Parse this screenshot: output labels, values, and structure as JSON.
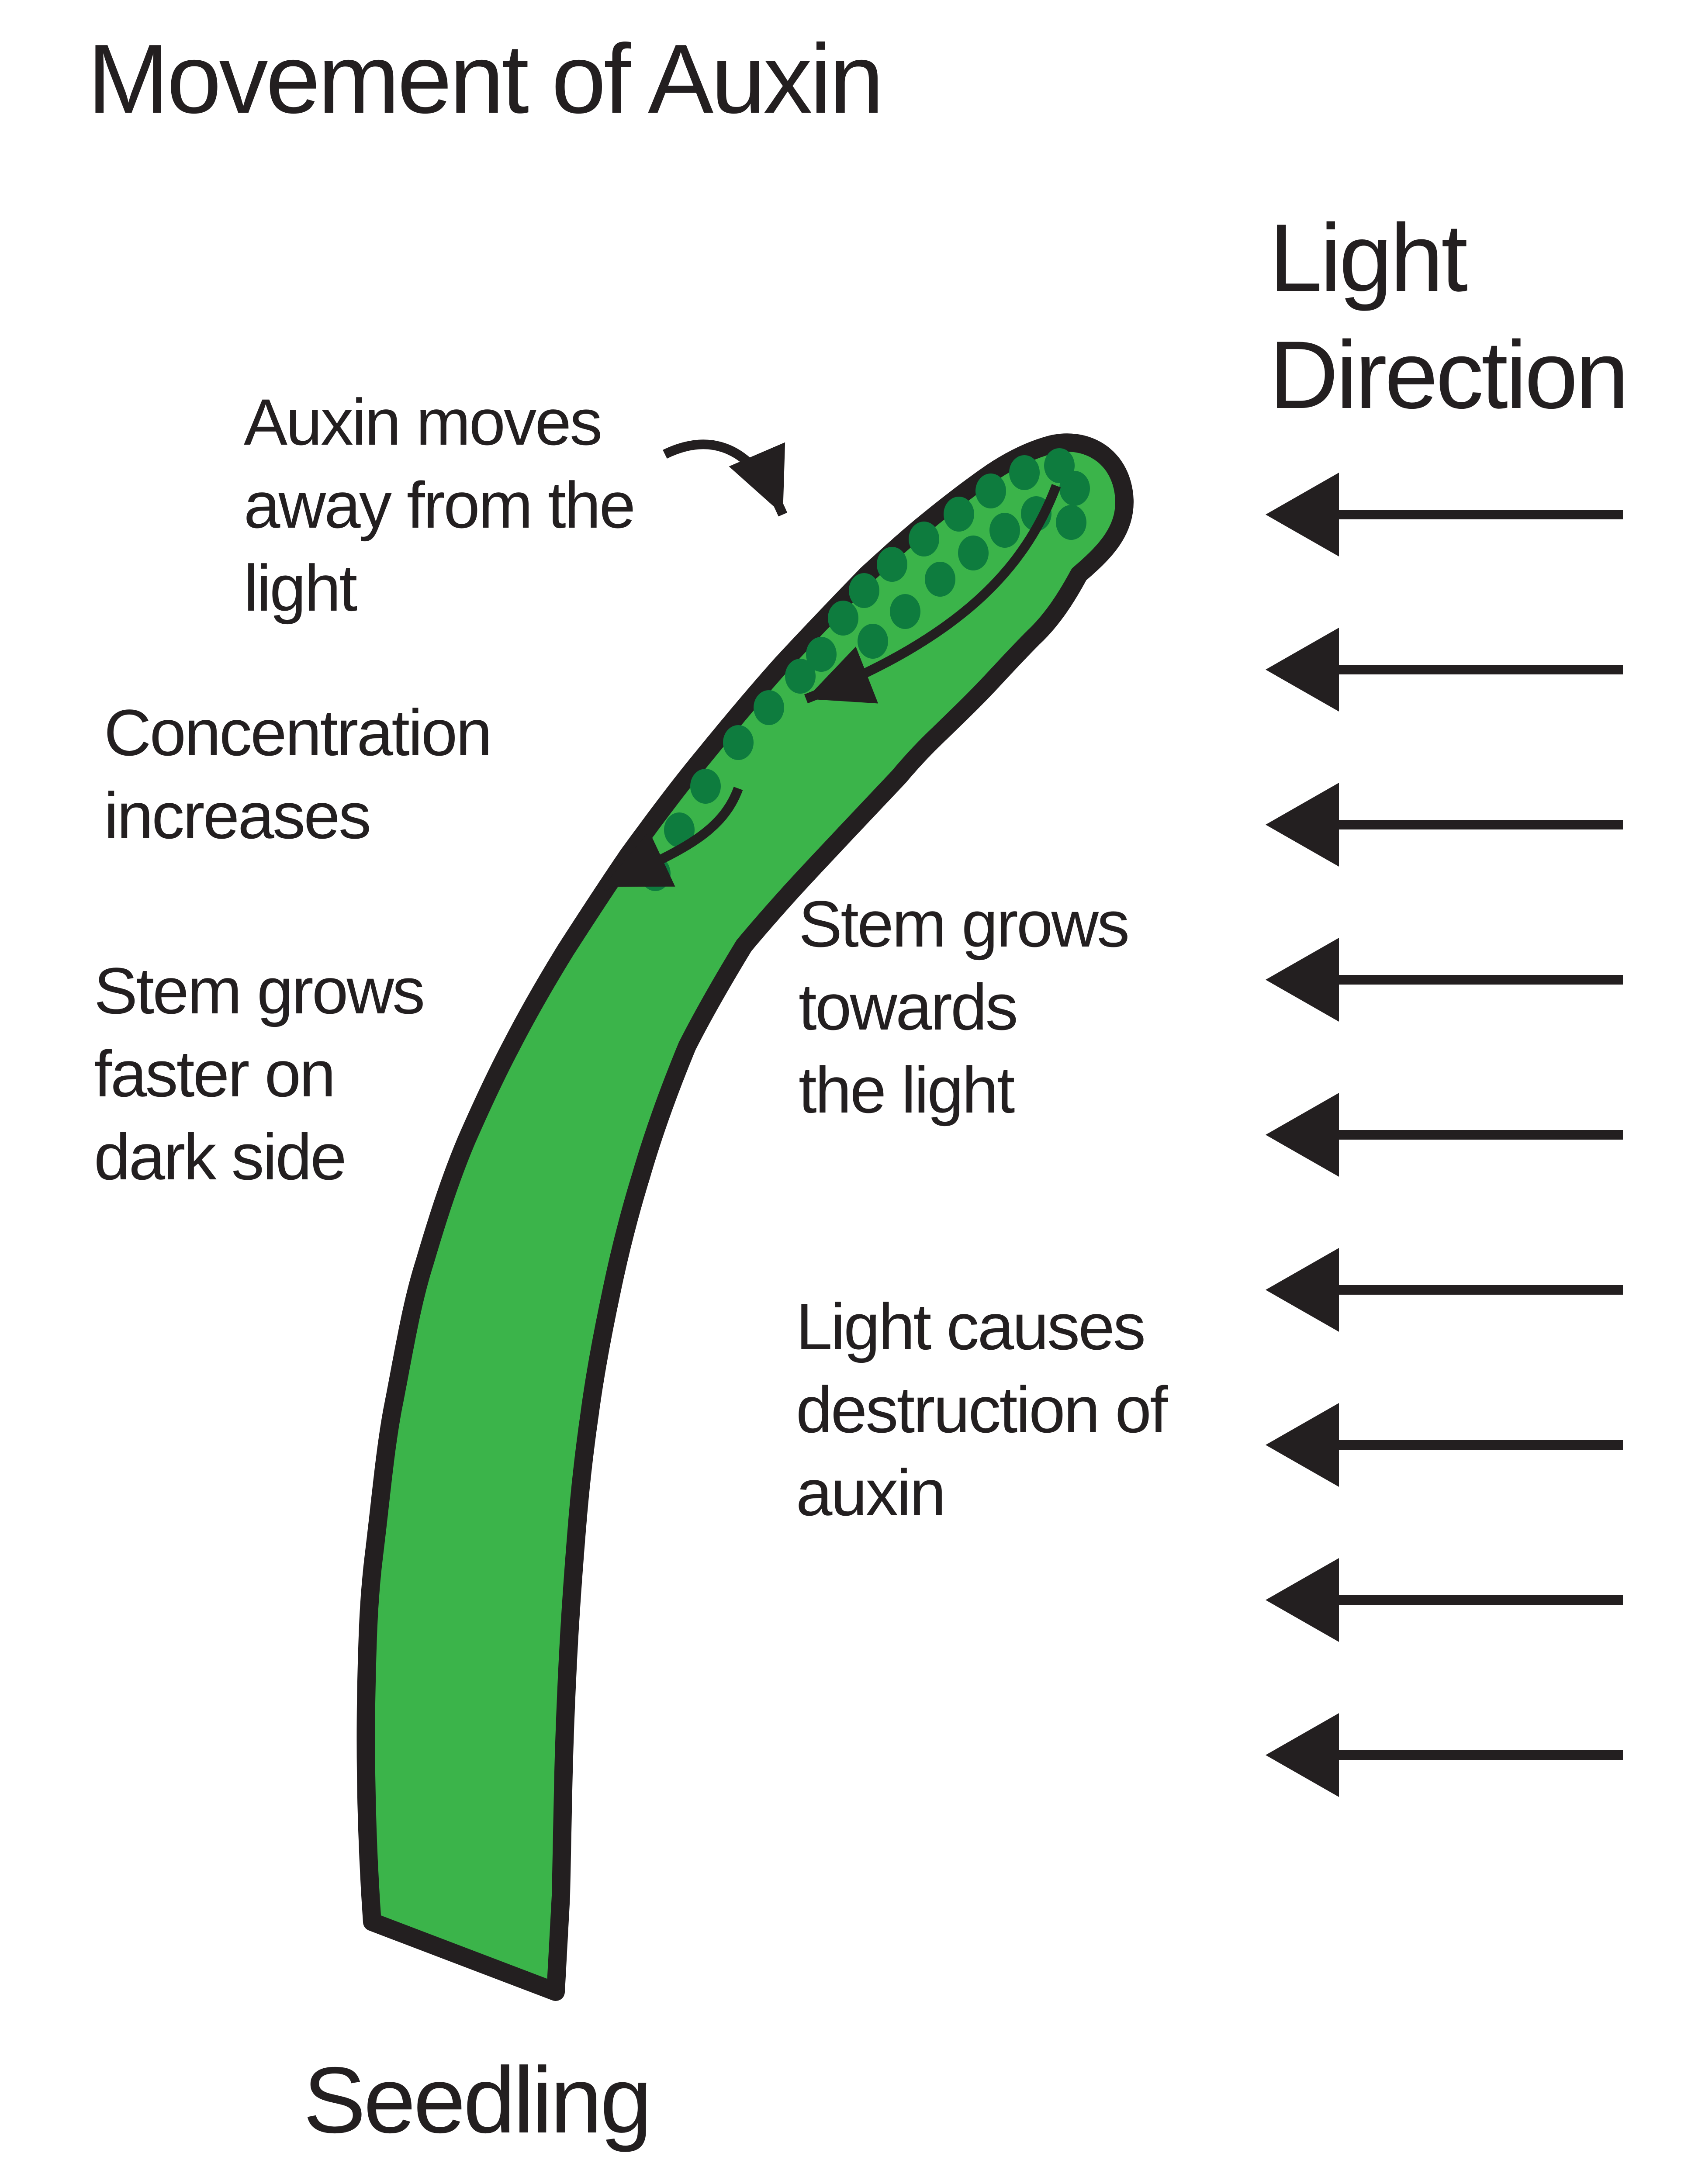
{
  "title": "Movement of Auxin",
  "colors": {
    "ink": "#231f20",
    "stem_green": "#3bb44a",
    "auxin_dot_green": "#0e7c3e",
    "background": "#ffffff"
  },
  "light_direction": {
    "lines": [
      "Light",
      "Direction"
    ],
    "arrow_count": 9
  },
  "annotations": {
    "auxin_moves": {
      "lines": [
        "Auxin moves",
        "away from the",
        "light"
      ]
    },
    "concentration": {
      "lines": [
        "Concentration",
        "increases"
      ]
    },
    "faster_dark_side": {
      "lines": [
        "Stem grows",
        "faster on",
        "dark side"
      ]
    },
    "towards_light": {
      "lines": [
        "Stem grows",
        "towards",
        "the light"
      ]
    },
    "light_destroys_auxin": {
      "lines": [
        "Light causes",
        "destruction of",
        "auxin"
      ]
    },
    "seedling_label": "Seedling"
  },
  "diagram": {
    "auxin_dot_count": 23,
    "curved_arrow_count": 3
  }
}
